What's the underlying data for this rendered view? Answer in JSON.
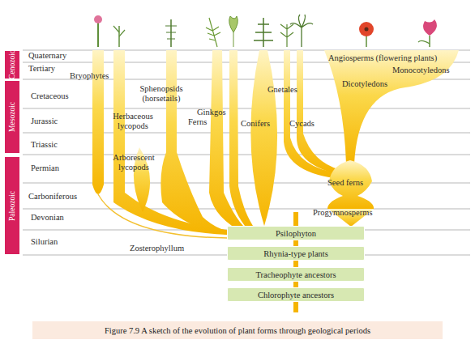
{
  "diagram": {
    "caption": "Figure 7.9 A sketch of the evolution of plant forms through geological periods",
    "nodes": [
      {
        "text": [
          "Cenozoic"
        ]
      },
      {
        "text": [
          "Mesozoic"
        ]
      },
      {
        "text": [
          "Paleozoic"
        ]
      },
      {
        "text": [
          "Psilophyton"
        ]
      },
      {
        "text": [
          "Rhynia-type plants"
        ]
      },
      {
        "text": [
          "Tracheophyte ancestors"
        ]
      },
      {
        "text": [
          "Chlorophyte ancestors"
        ]
      }
    ],
    "edges": [
      {
        "from": 6,
        "to": 5,
        "arrow": "none"
      },
      {
        "from": 5,
        "to": 4,
        "arrow": "none"
      },
      {
        "from": 4,
        "to": 3,
        "arrow": "none"
      }
    ],
    "labels": [
      "Quaternary",
      "Tertiary",
      "Bryophytes",
      "Angiosperms (flowering plants)",
      "Monocotyledons",
      "Dicotyledons",
      "Cretaceous",
      "Sphenopsids (horsetails)",
      "Gnetales",
      "Ginkgos",
      "Jurassic",
      "Herbaceous lycopods",
      "Ferns",
      "Conifers",
      "Cycads",
      "Triassic",
      "Arborescent lycopods",
      "Permian",
      "Seed ferns",
      "Carboniferous",
      "Devonian",
      "Progymnosperms",
      "Silurian",
      "Zosterophyllum"
    ]
  }
}
